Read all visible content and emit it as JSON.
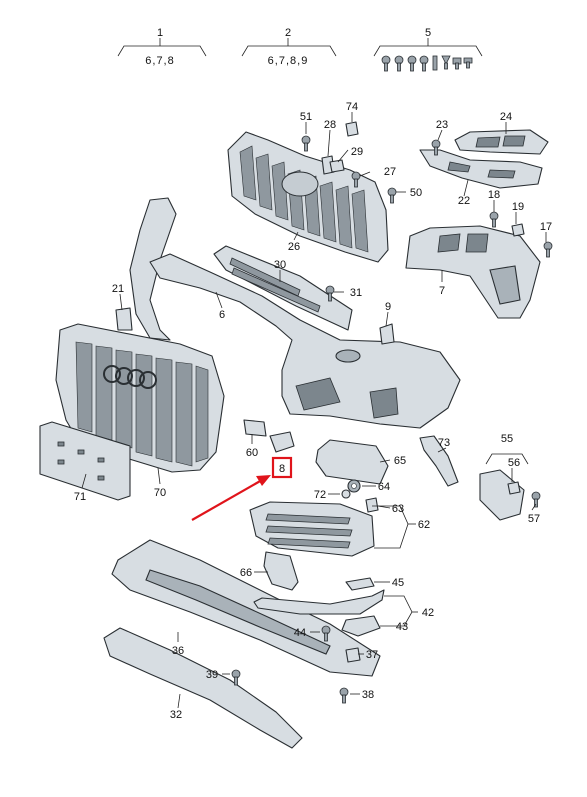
{
  "callouts": [
    {
      "id": "c1",
      "label": "1"
    },
    {
      "id": "c2",
      "label": "2"
    },
    {
      "id": "c5",
      "label": "5"
    },
    {
      "id": "c51",
      "label": "51"
    },
    {
      "id": "c74",
      "label": "74"
    },
    {
      "id": "c28",
      "label": "28"
    },
    {
      "id": "c29",
      "label": "29"
    },
    {
      "id": "c27",
      "label": "27"
    },
    {
      "id": "c24",
      "label": "24"
    },
    {
      "id": "c23",
      "label": "23"
    },
    {
      "id": "c50",
      "label": "50"
    },
    {
      "id": "c22",
      "label": "22"
    },
    {
      "id": "c18",
      "label": "18"
    },
    {
      "id": "c19",
      "label": "19"
    },
    {
      "id": "c17",
      "label": "17"
    },
    {
      "id": "c26",
      "label": "26"
    },
    {
      "id": "c30",
      "label": "30"
    },
    {
      "id": "c31",
      "label": "31"
    },
    {
      "id": "c21",
      "label": "21"
    },
    {
      "id": "c6",
      "label": "6"
    },
    {
      "id": "c9",
      "label": "9"
    },
    {
      "id": "c7",
      "label": "7"
    },
    {
      "id": "c60",
      "label": "60"
    },
    {
      "id": "c73",
      "label": "73"
    },
    {
      "id": "c65",
      "label": "65"
    },
    {
      "id": "c55",
      "label": "55"
    },
    {
      "id": "c56",
      "label": "56"
    },
    {
      "id": "c57",
      "label": "57"
    },
    {
      "id": "c72",
      "label": "72"
    },
    {
      "id": "c64",
      "label": "64"
    },
    {
      "id": "c63",
      "label": "63"
    },
    {
      "id": "c62",
      "label": "62"
    },
    {
      "id": "c71",
      "label": "71"
    },
    {
      "id": "c70",
      "label": "70"
    },
    {
      "id": "c66",
      "label": "66"
    },
    {
      "id": "c45",
      "label": "45"
    },
    {
      "id": "c42",
      "label": "42"
    },
    {
      "id": "c44",
      "label": "44"
    },
    {
      "id": "c43",
      "label": "43"
    },
    {
      "id": "c36",
      "label": "36"
    },
    {
      "id": "c37",
      "label": "37"
    },
    {
      "id": "c39",
      "label": "39"
    },
    {
      "id": "c38",
      "label": "38"
    },
    {
      "id": "c32",
      "label": "32"
    }
  ],
  "groups": [
    {
      "id": "g1",
      "label": "6,7,8"
    },
    {
      "id": "g2",
      "label": "6,7,8,9"
    },
    {
      "id": "g5",
      "label": "5"
    }
  ],
  "highlight": {
    "label": "8",
    "color": "#e0141b"
  },
  "colors": {
    "part_fill": "#d7dde2",
    "outline": "#2a2f33",
    "accent": "#e0141b"
  }
}
